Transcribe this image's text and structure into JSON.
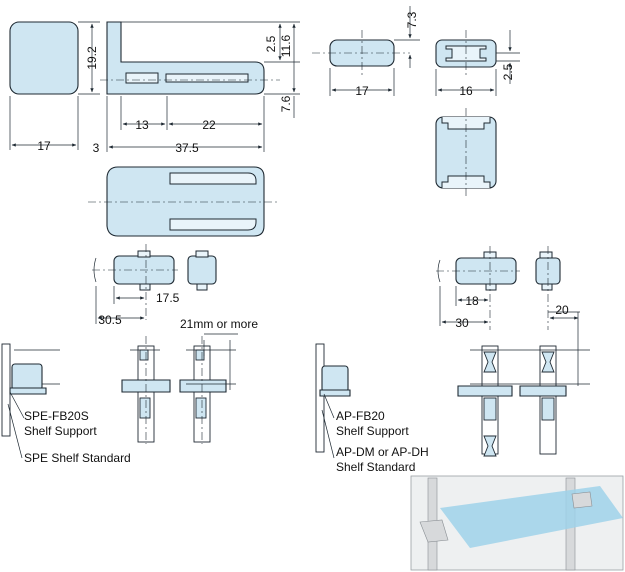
{
  "dimensions": {
    "top_view": {
      "height": "19.2",
      "width": "17"
    },
    "side_view": {
      "offset": "3",
      "seg_a": "13",
      "seg_b": "22",
      "overall": "37.5",
      "top_gap": "2.5",
      "height": "11.6",
      "lower": "7.6"
    },
    "end_view_a": {
      "top": "7.3",
      "width": "17"
    },
    "end_view_b": {
      "width": "16",
      "step": "2.5"
    },
    "install_fb20s": {
      "depth_a": "17.5",
      "depth_b": "30.5",
      "clearance": "21mm or more"
    },
    "install_fb20": {
      "depth_a": "18",
      "depth_b": "30",
      "pitch": "20"
    }
  },
  "labels": {
    "fb20s_support_line1": "SPE-FB20S",
    "fb20s_support_line2": "Shelf Support",
    "fb20s_standard": "SPE Shelf Standard",
    "fb20_support_line1": "AP-FB20",
    "fb20_support_line2": "Shelf Support",
    "fb20_standard_line1": "AP-DM or AP-DH",
    "fb20_standard_line2": "Shelf Standard"
  },
  "colors": {
    "part_fill": "#cfe6f2",
    "line": "#1f2a33",
    "glass": "#9fd2ea"
  }
}
